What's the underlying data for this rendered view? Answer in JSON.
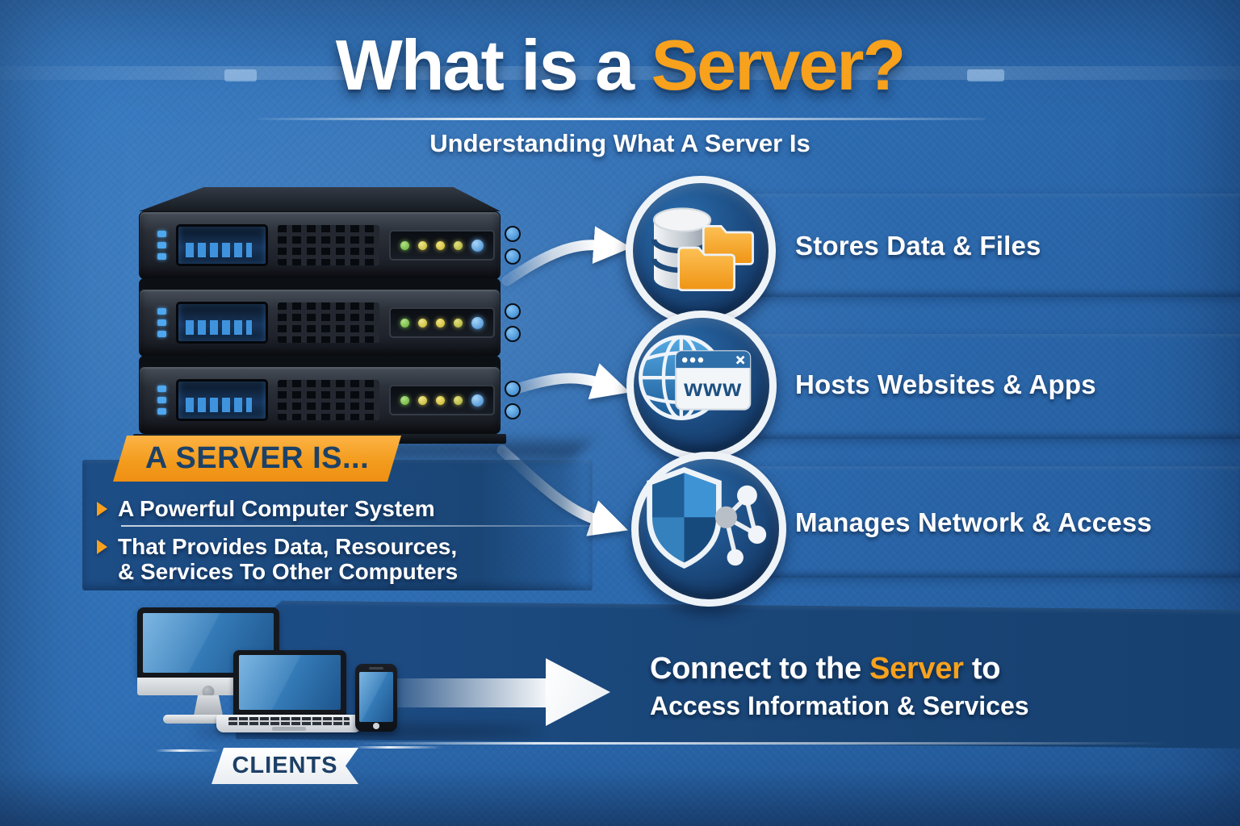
{
  "header": {
    "title_white": "What is a ",
    "title_accent": "Server?",
    "subtitle": "Understanding What A Server Is"
  },
  "server_stack": {
    "unit_count": 3
  },
  "features": [
    {
      "label": "Stores Data & Files",
      "icon": "database-folders-icon"
    },
    {
      "label": "Hosts Websites & Apps",
      "icon": "globe-browser-icon",
      "browser_text": "www"
    },
    {
      "label": "Manages Network & Access",
      "icon": "shield-network-icon"
    }
  ],
  "definition": {
    "banner": "A SERVER IS...",
    "bullets": [
      {
        "line1": "A Powerful Computer System",
        "line2": ""
      },
      {
        "line1": "That Provides Data, Resources,",
        "line2": "& Services To Other Computers"
      }
    ]
  },
  "clients": {
    "label": "CLIENTS",
    "devices": [
      "desktop-monitor-icon",
      "laptop-icon",
      "smartphone-icon"
    ]
  },
  "connect": {
    "line1_pre": "Connect to the ",
    "line1_accent": "Server",
    "line1_post": " to",
    "line2": "Access Information & Services"
  },
  "colors": {
    "background_blue": "#2f6fb5",
    "band_navy": "#1a4577",
    "accent_orange": "#f7a11d",
    "navy_text": "#1d4166",
    "white": "#ffffff",
    "led_green": "#76c14b",
    "led_yellow": "#e0d44a",
    "led_blue": "#55aaec"
  }
}
